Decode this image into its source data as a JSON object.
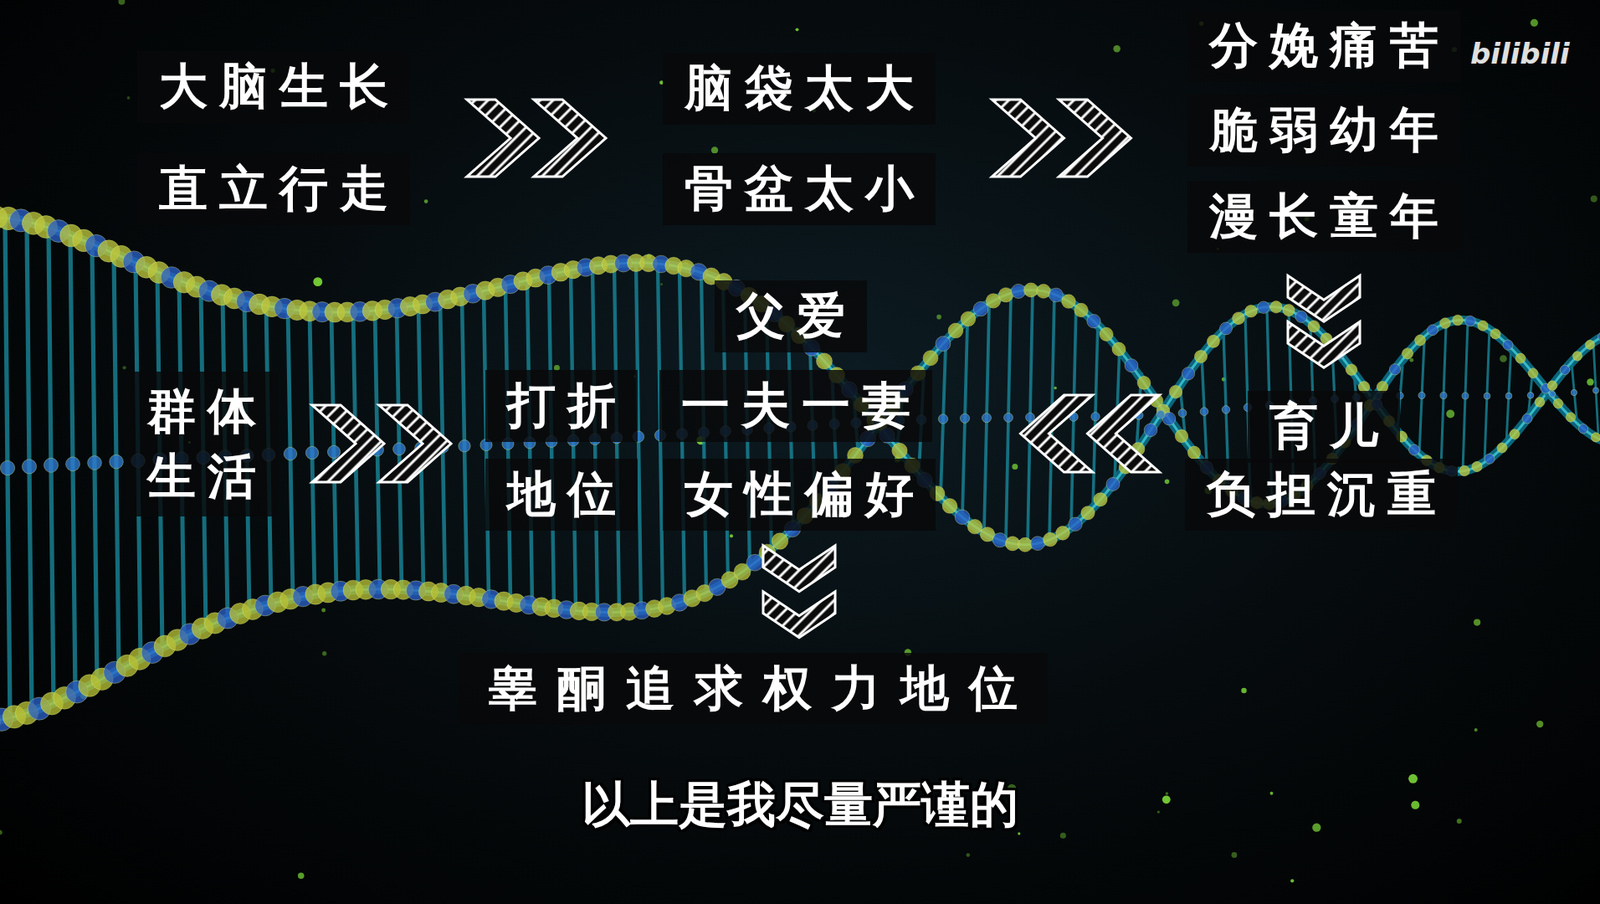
{
  "diagram": {
    "caption": "以上是我尽量严谨的",
    "nodes": [
      {
        "text": [
          "大脑生长"
        ]
      },
      {
        "text": [
          "直立行走"
        ]
      },
      {
        "text": [
          "脑袋太大"
        ]
      },
      {
        "text": [
          "骨盆太小"
        ]
      },
      {
        "text": [
          "分娩痛苦"
        ]
      },
      {
        "text": [
          "脆弱幼年"
        ]
      },
      {
        "text": [
          "漫长童年"
        ]
      },
      {
        "text": [
          "父爱"
        ]
      },
      {
        "text": [
          "群体 生活"
        ]
      },
      {
        "text": [
          "打折"
        ]
      },
      {
        "text": [
          "一夫一妻"
        ]
      },
      {
        "text": [
          "育儿"
        ]
      },
      {
        "text": [
          "地位"
        ]
      },
      {
        "text": [
          "女性偏好"
        ]
      },
      {
        "text": [
          "负担沉重"
        ]
      },
      {
        "text": [
          "睾酮追求权力地位"
        ]
      }
    ],
    "edges": [
      {
        "from": 0,
        "to": 2,
        "arrow": "to"
      },
      {
        "from": 2,
        "to": 5,
        "arrow": "to"
      },
      {
        "from": 6,
        "to": 11,
        "arrow": "to"
      },
      {
        "from": 11,
        "to": 10,
        "arrow": "to"
      },
      {
        "from": 8,
        "to": 9,
        "arrow": "to"
      },
      {
        "from": 13,
        "to": 15,
        "arrow": "to"
      }
    ],
    "labels": [
      "bilibili"
    ]
  }
}
